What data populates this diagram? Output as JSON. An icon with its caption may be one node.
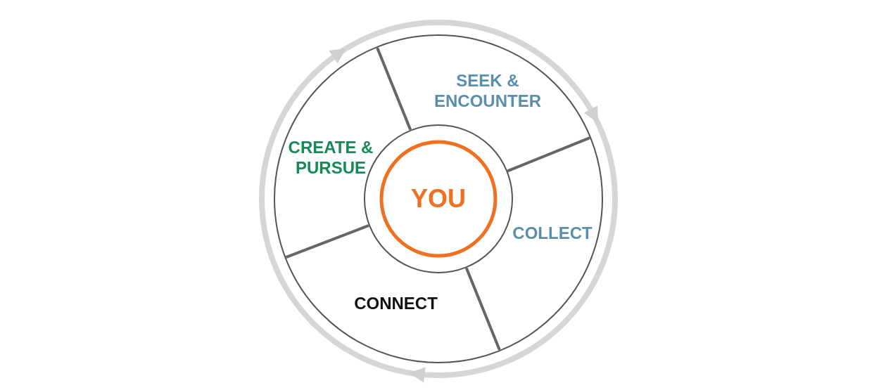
{
  "diagram": {
    "nodes": [
      {
        "text": [
          "SEEK & ENCOUNTER"
        ]
      },
      {
        "text": [
          "CREATE & PURSUE"
        ]
      },
      {
        "text": [
          "YOU"
        ]
      },
      {
        "text": [
          "COLLECT"
        ]
      },
      {
        "text": [
          "CONNECT"
        ]
      }
    ]
  }
}
